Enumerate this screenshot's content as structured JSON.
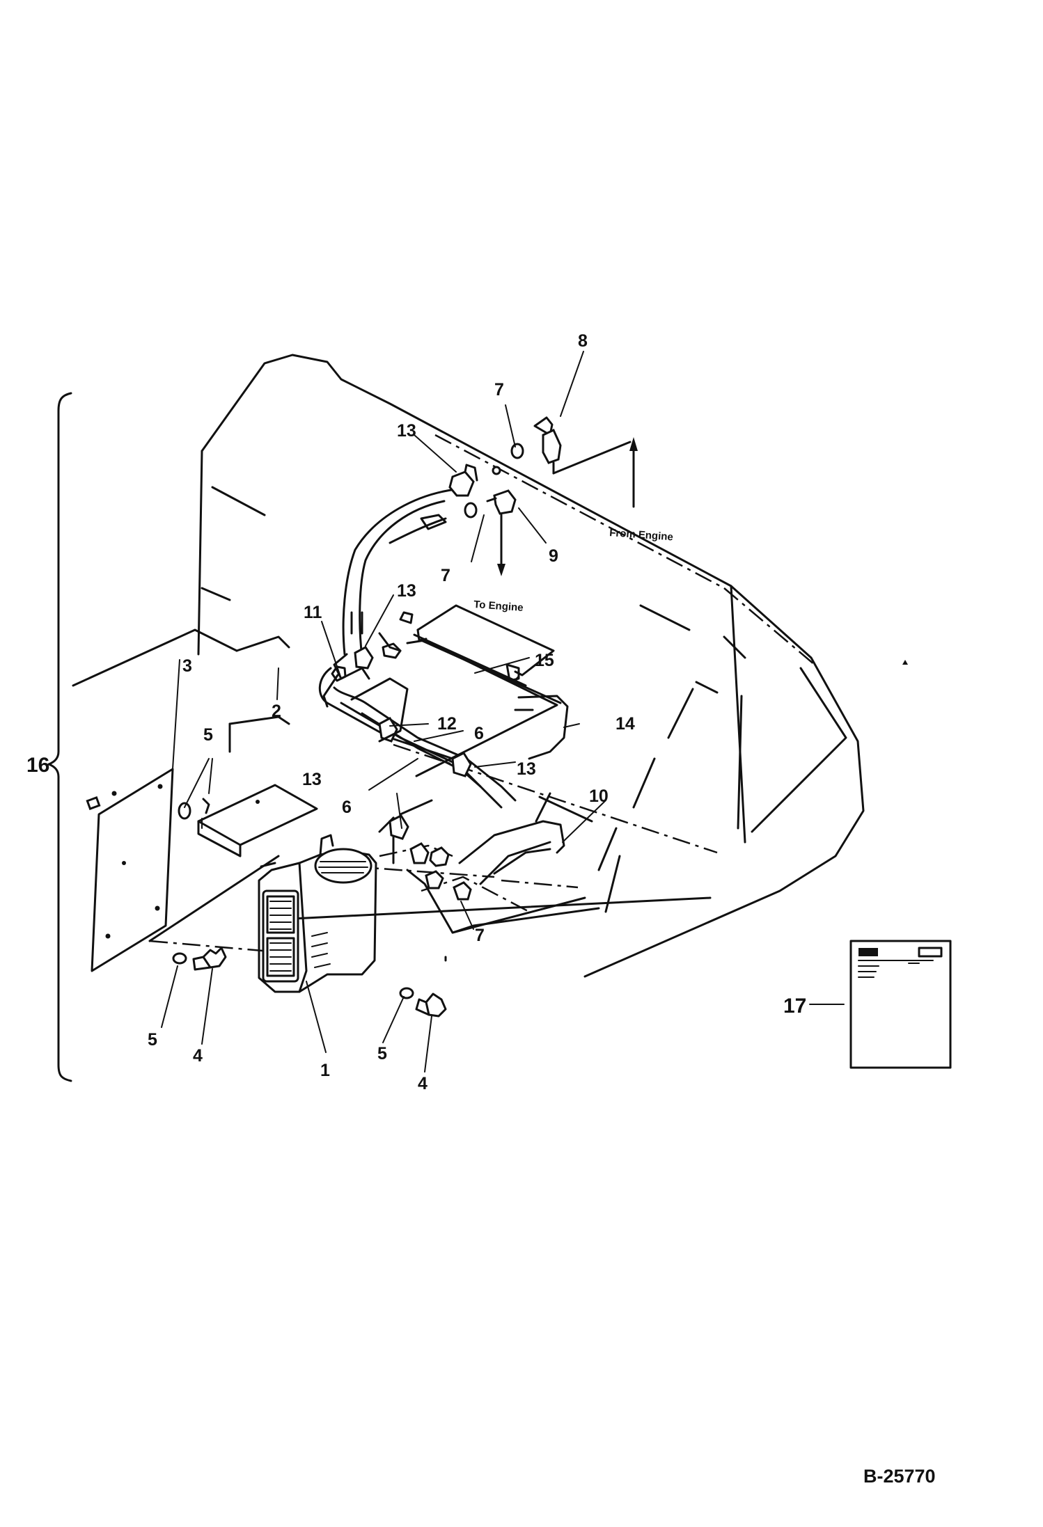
{
  "callouts": {
    "c1": "1",
    "c2": "2",
    "c3": "3",
    "c4a": "4",
    "c4b": "4",
    "c5a": "5",
    "c5b": "5",
    "c5c": "5",
    "c6a": "6",
    "c6b": "6",
    "c7a": "7",
    "c7b": "7",
    "c7c": "7",
    "c8": "8",
    "c9": "9",
    "c10": "10",
    "c11": "11",
    "c12": "12",
    "c13a": "13",
    "c13b": "13",
    "c13c": "13",
    "c13d": "13",
    "c14": "14",
    "c15": "15",
    "c16": "16",
    "c17": "17"
  },
  "flow_labels": {
    "from_engine": "From Engine",
    "to_engine": "To Engine"
  },
  "drawing_number": "B-25770",
  "colors": {
    "ink": "#111111",
    "paper": "#ffffff"
  }
}
